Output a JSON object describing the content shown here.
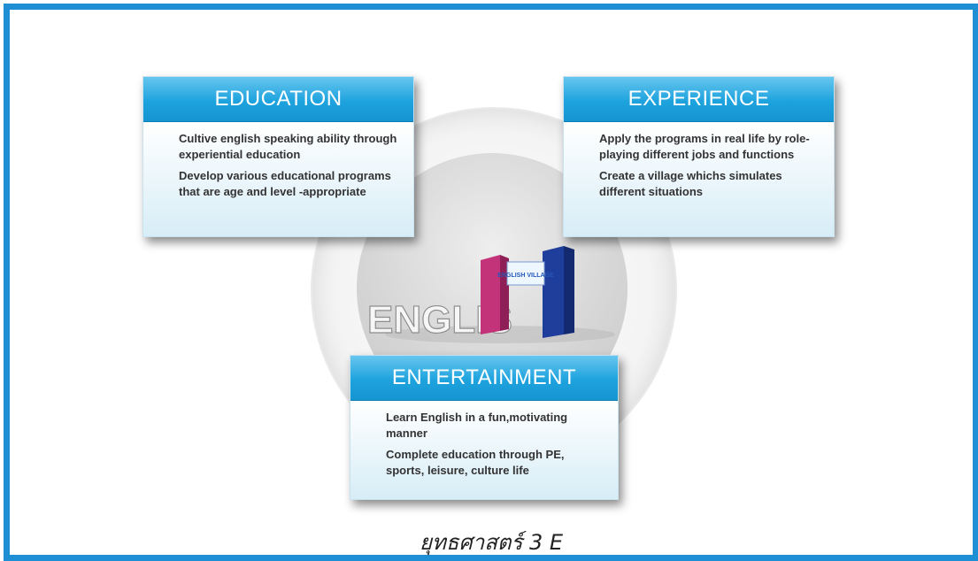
{
  "cards": {
    "education": {
      "title": "EDUCATION",
      "items": [
        "Cultive english speaking ability through experiential education",
        "Develop various educational programs that are age and level -appropriate"
      ]
    },
    "experience": {
      "title": "EXPERIENCE",
      "items": [
        "Apply the programs in real life by role-playing different jobs and functions",
        "Create a village whichs simulates different situations"
      ]
    },
    "entertainment": {
      "title": "ENTERTAINMENT",
      "items": [
        "Learn English in a fun,motivating manner",
        "Complete education through PE, sports, leisure, culture life"
      ]
    }
  },
  "center_image": {
    "word": "ENGLIS",
    "sign": "ENGLISH VILLAGE"
  },
  "caption": "ยุทธศาสตร์ 3 E",
  "colors": {
    "frame": "#1e8fd4",
    "card_header": "#1ea3de",
    "pillar_magenta": "#c2337a",
    "pillar_blue": "#1f3d9b"
  }
}
